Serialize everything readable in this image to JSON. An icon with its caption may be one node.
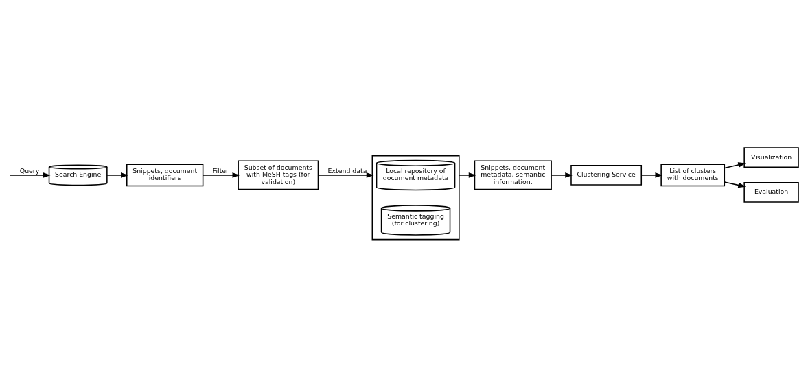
{
  "diagram": {
    "nodes": [
      {
        "text": [
          "Search Engine"
        ]
      },
      {
        "text": [
          "Snippets, document identifiers"
        ]
      },
      {
        "text": [
          "Subset of documents with MeSH tags (for validation)"
        ]
      },
      {
        "text": [],
        "shape": "box"
      },
      {
        "text": [
          "Local repository of document metadata"
        ],
        "in": 3
      },
      {
        "text": [
          "Semantic tagging (for clustering)"
        ],
        "in": 3
      },
      {
        "text": [
          "Snippets, document metadata, semantic information."
        ]
      },
      {
        "text": [
          "Clustering Service"
        ]
      },
      {
        "text": [
          "List of clusters with documents"
        ]
      },
      {
        "text": [
          "Visualization"
        ]
      },
      {
        "text": [
          "Evaluation"
        ]
      }
    ],
    "edges": [
      {
        "from": null,
        "to": 0,
        "arrow": "to",
        "label": "Query"
      },
      {
        "from": 0,
        "to": 1,
        "arrow": "to"
      },
      {
        "from": 1,
        "to": 2,
        "arrow": "to",
        "label": "Filter"
      },
      {
        "from": 2,
        "to": 3,
        "arrow": "to",
        "label": "Extend data"
      },
      {
        "from": 3,
        "to": 6,
        "arrow": "to"
      },
      {
        "from": 6,
        "to": 7,
        "arrow": "to"
      },
      {
        "from": 7,
        "to": 8,
        "arrow": "to"
      },
      {
        "from": 8,
        "to": 9,
        "arrow": "to"
      },
      {
        "from": 8,
        "to": 10,
        "arrow": "to"
      }
    ]
  }
}
